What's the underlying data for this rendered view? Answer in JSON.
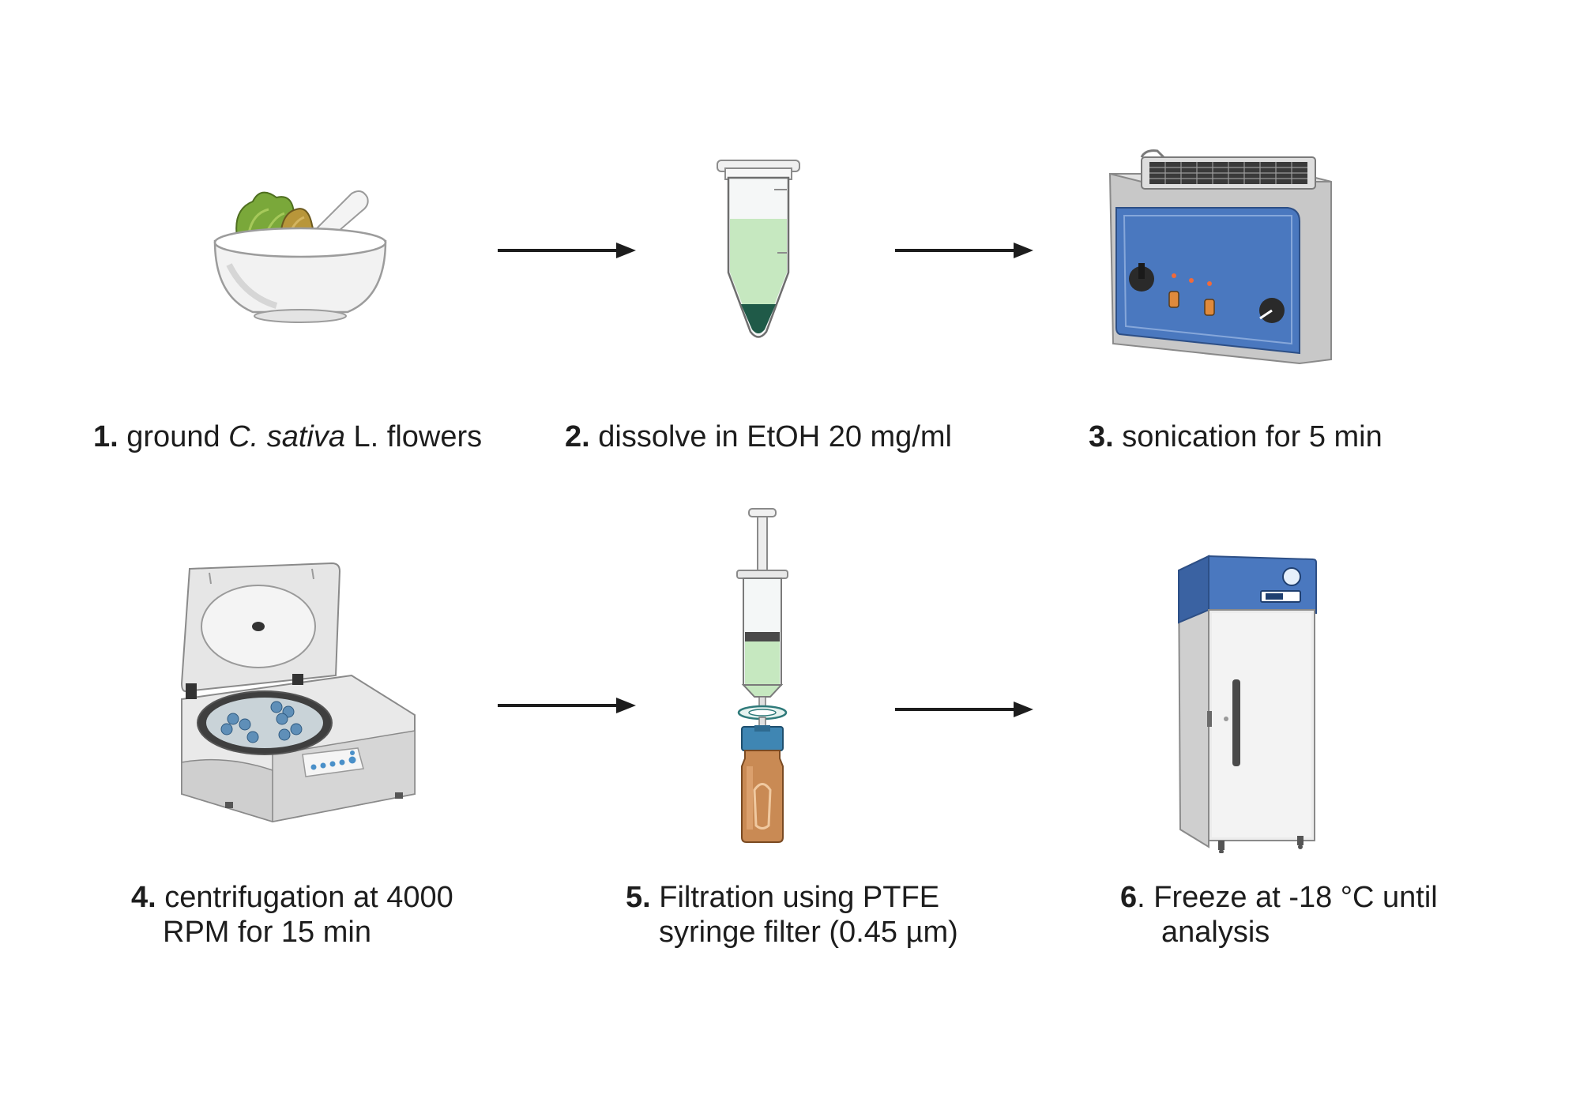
{
  "steps": [
    {
      "num": "1.",
      "pre": "ground ",
      "italic": "C. sativa",
      "post": " L. flowers",
      "icon": "mortar-pestle-icon"
    },
    {
      "num": "2.",
      "text": "dissolve in EtOH 20 mg/ml",
      "icon": "microcentrifuge-tube-icon"
    },
    {
      "num": "3.",
      "text": "sonication for 5 min",
      "icon": "ultrasonic-bath-icon"
    },
    {
      "num": "4.",
      "line1": "centrifugation at 4000",
      "line2": "RPM for 15 min",
      "icon": "centrifuge-icon"
    },
    {
      "num": "5.",
      "line1": "Filtration using PTFE",
      "line2": "syringe filter (0.45 µm)",
      "icon": "syringe-filter-vial-icon"
    },
    {
      "num": "6",
      "line1": ". Freeze at -18 °C until",
      "line2": "analysis",
      "icon": "freezer-icon"
    }
  ],
  "colors": {
    "arrow": "#1d1d1d",
    "extract_green": "#c6e8c0",
    "device_blue": "#4a78bf",
    "vial_amber": "#c98a54"
  }
}
